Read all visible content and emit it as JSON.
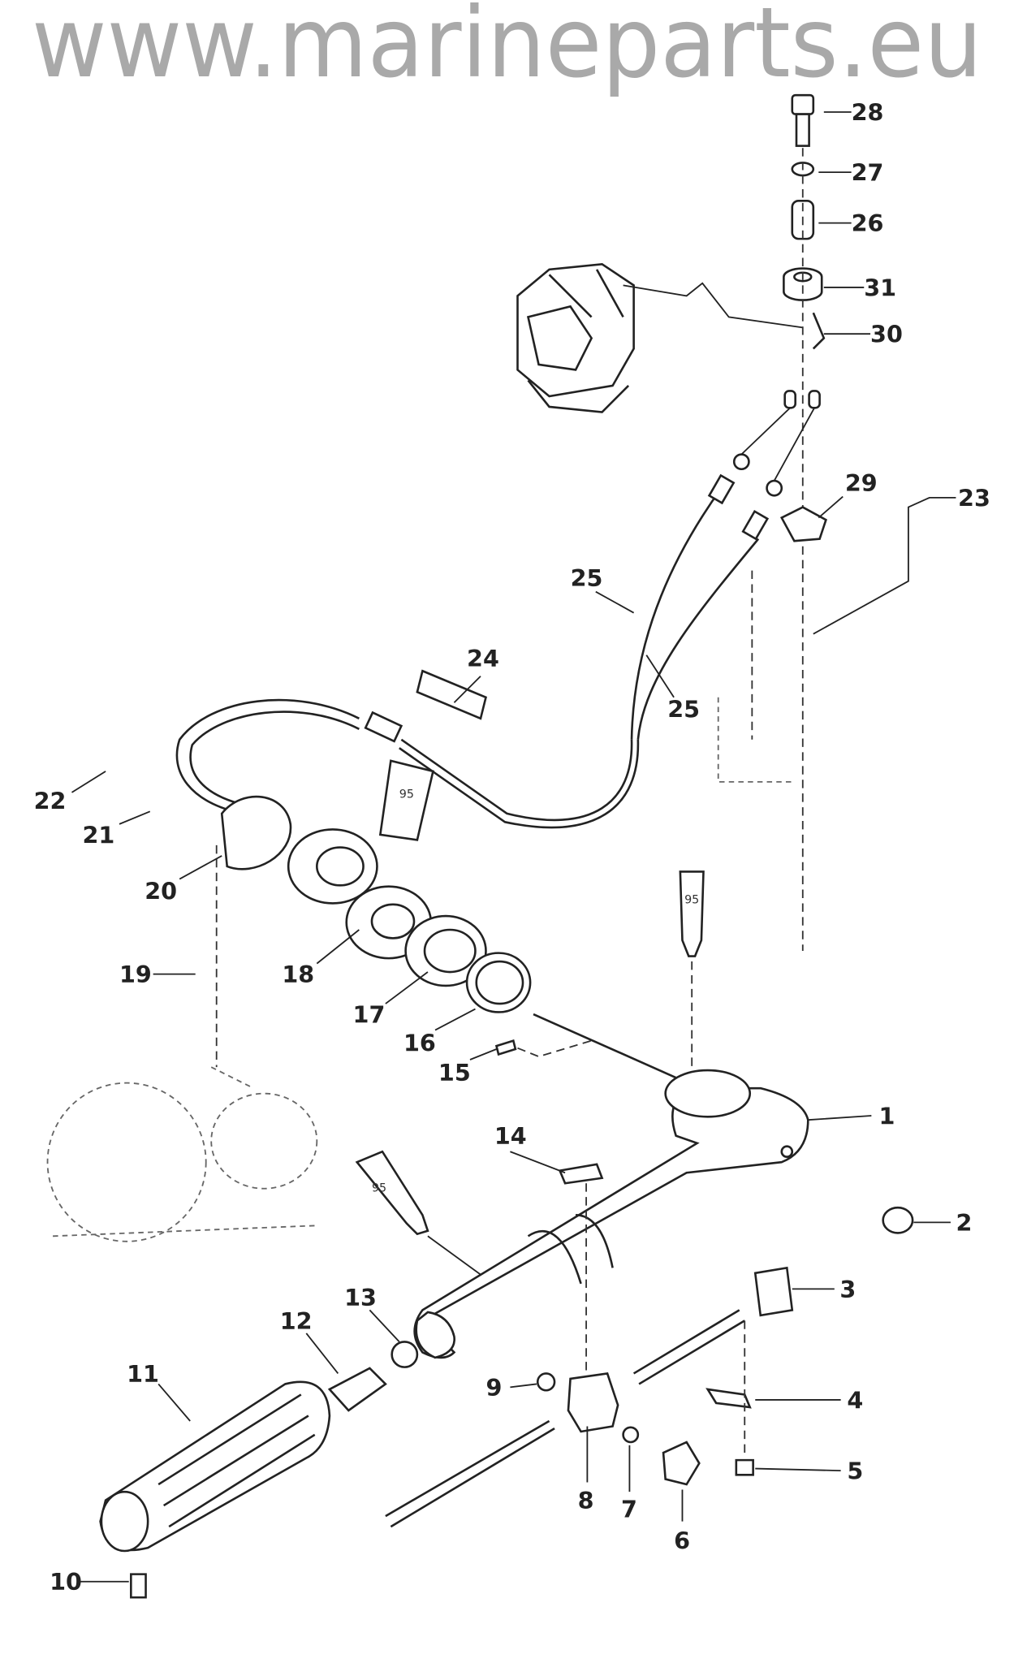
{
  "watermark": "www.marineparts.eu",
  "callouts": [
    "1",
    "2",
    "3",
    "4",
    "5",
    "6",
    "7",
    "8",
    "9",
    "10",
    "11",
    "12",
    "13",
    "14",
    "15",
    "16",
    "17",
    "18",
    "19",
    "20",
    "21",
    "22",
    "23",
    "24",
    "25",
    "25",
    "26",
    "27",
    "28",
    "29",
    "30",
    "31"
  ],
  "tube_labels": [
    "95",
    "95",
    "95"
  ]
}
